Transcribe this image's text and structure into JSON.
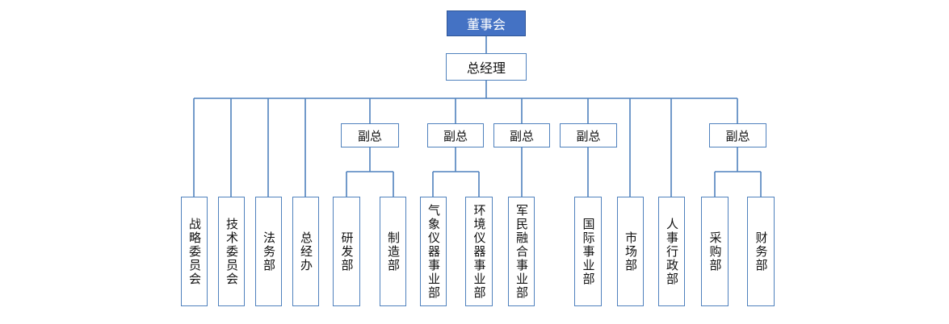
{
  "chairman": "董事会",
  "gm": "总经理",
  "vp": [
    "副总",
    "副总",
    "副总",
    "副总",
    "副总"
  ],
  "departments": [
    "战略委员会",
    "技术委员会",
    "法务部",
    "总经办",
    "研发部",
    "制造部",
    "气象仪器事业部",
    "环境仪器事业部",
    "军民融合事业部",
    "国际事业部",
    "市场部",
    "人事行政部",
    "采购部",
    "财务部"
  ],
  "colors": {
    "line": "#4f81bd",
    "root_fill": "#4472c4"
  }
}
